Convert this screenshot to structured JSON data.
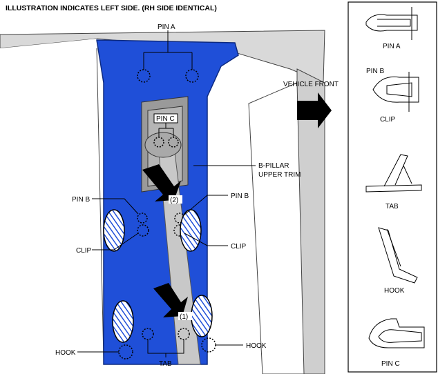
{
  "header": {
    "title": "ILLUSTRATION INDICATES LEFT SIDE. (RH SIDE IDENTICAL)"
  },
  "labels": {
    "pin_a": "PIN A",
    "pin_b_left": "PIN B",
    "pin_b_right": "PIN B",
    "pin_c": "PIN C",
    "clip_left": "CLIP",
    "clip_right": "CLIP",
    "hook_left": "HOOK",
    "hook_right": "HOOK",
    "tab": "TAB",
    "b_pillar_line1": "B-PILLAR",
    "b_pillar_line2": "UPPER TRIM",
    "step_1": "(1)",
    "step_2": "(2)",
    "vehicle_front": "VEHICLE FRONT"
  },
  "legend": {
    "items": [
      "PIN A",
      "PIN B",
      "CLIP",
      "TAB",
      "HOOK",
      "PIN C"
    ]
  },
  "colors": {
    "trim_blue": "#1f4fd8",
    "trim_blue_dark": "#1638a8",
    "body_gray": "#bdbdbd",
    "belt_gray": "#c8c8c8",
    "outline": "#222222"
  }
}
